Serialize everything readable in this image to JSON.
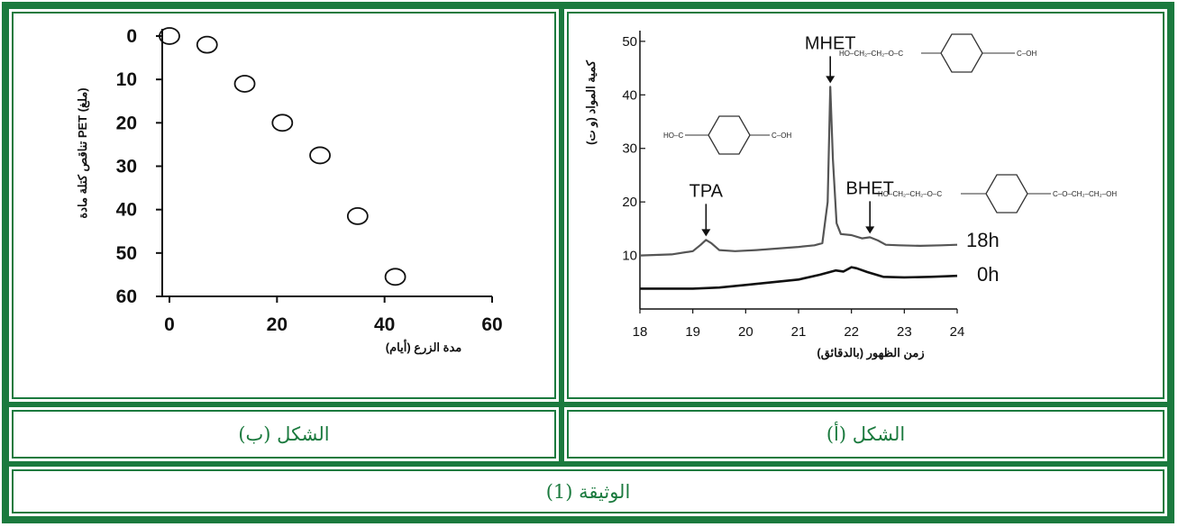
{
  "captions": {
    "figure_b": "الشكل (ب)",
    "figure_a": "الشكل (أ)",
    "document": "الوثيقة (1)"
  },
  "colors": {
    "border": "#1b7a3e",
    "caption_text": "#1b7a3e",
    "ink": "#111111"
  },
  "chart_data": [
    {
      "id": "figure_b",
      "type": "scatter",
      "xlabel": "مدة الزرع (أيام)",
      "ylabel": "تناقص كتلة مادة PET (ملغ)",
      "x_ticks": [
        0,
        20,
        40,
        60
      ],
      "y_ticks": [
        0,
        10,
        20,
        30,
        40,
        50,
        60
      ],
      "xlim": [
        0,
        60
      ],
      "ylim": [
        0,
        60
      ],
      "y_inverted": true,
      "grid": false,
      "marker": "open-circle",
      "points": [
        {
          "x": 0,
          "y": 0
        },
        {
          "x": 7,
          "y": 2
        },
        {
          "x": 14,
          "y": 11
        },
        {
          "x": 21,
          "y": 20
        },
        {
          "x": 28,
          "y": 27.5
        },
        {
          "x": 35,
          "y": 41.5
        },
        {
          "x": 42,
          "y": 55.5
        }
      ]
    },
    {
      "id": "figure_a",
      "type": "line",
      "xlabel": "زمن الظهور (بالدقائق)",
      "ylabel": "كمية المواد (و ت)",
      "x_ticks": [
        18,
        19,
        20,
        21,
        22,
        23,
        24
      ],
      "y_ticks": [
        10,
        20,
        30,
        40,
        50
      ],
      "xlim": [
        18,
        24
      ],
      "ylim": [
        0,
        52
      ],
      "grid": false,
      "series": [
        {
          "name": "18h",
          "color": "#555555",
          "points": [
            [
              18.0,
              10.0
            ],
            [
              18.6,
              10.2
            ],
            [
              19.0,
              10.8
            ],
            [
              19.15,
              12.0
            ],
            [
              19.25,
              12.9
            ],
            [
              19.35,
              12.3
            ],
            [
              19.5,
              11.0
            ],
            [
              19.8,
              10.8
            ],
            [
              20.2,
              11.0
            ],
            [
              20.6,
              11.3
            ],
            [
              21.0,
              11.6
            ],
            [
              21.3,
              11.9
            ],
            [
              21.45,
              12.3
            ],
            [
              21.55,
              20.0
            ],
            [
              21.6,
              41.5
            ],
            [
              21.65,
              28.0
            ],
            [
              21.72,
              16.0
            ],
            [
              21.8,
              14.0
            ],
            [
              22.0,
              13.8
            ],
            [
              22.2,
              13.2
            ],
            [
              22.35,
              13.4
            ],
            [
              22.5,
              12.8
            ],
            [
              22.65,
              12.0
            ],
            [
              22.9,
              11.9
            ],
            [
              23.3,
              11.8
            ],
            [
              23.7,
              11.9
            ],
            [
              24.0,
              12.0
            ]
          ]
        },
        {
          "name": "0h",
          "color": "#111111",
          "points": [
            [
              18.0,
              3.8
            ],
            [
              18.5,
              3.8
            ],
            [
              19.0,
              3.8
            ],
            [
              19.5,
              4.0
            ],
            [
              20.0,
              4.5
            ],
            [
              20.5,
              5.0
            ],
            [
              21.0,
              5.5
            ],
            [
              21.4,
              6.4
            ],
            [
              21.7,
              7.2
            ],
            [
              21.85,
              7.0
            ],
            [
              22.0,
              7.8
            ],
            [
              22.1,
              7.6
            ],
            [
              22.3,
              6.9
            ],
            [
              22.6,
              6.0
            ],
            [
              23.0,
              5.9
            ],
            [
              23.5,
              6.0
            ],
            [
              24.0,
              6.2
            ]
          ]
        }
      ],
      "peak_labels": [
        {
          "text": "MHET",
          "x": 21.6,
          "y": 41.5
        },
        {
          "text": "TPA",
          "x": 19.25,
          "y": 12.9
        },
        {
          "text": "BHET",
          "x": 22.35,
          "y": 13.4
        }
      ],
      "trace_labels": [
        "18h",
        "0h"
      ],
      "structures": {
        "mhet": {
          "left": "HO–CH₂–CH₂–O–C",
          "right": "C–OH"
        },
        "tpa": {
          "left": "HO–C",
          "right": "C–OH"
        },
        "bhet": {
          "left": "HO–CH₂–CH₂–O–C",
          "right": "C–O–CH₂–CH₂–OH"
        }
      }
    }
  ]
}
